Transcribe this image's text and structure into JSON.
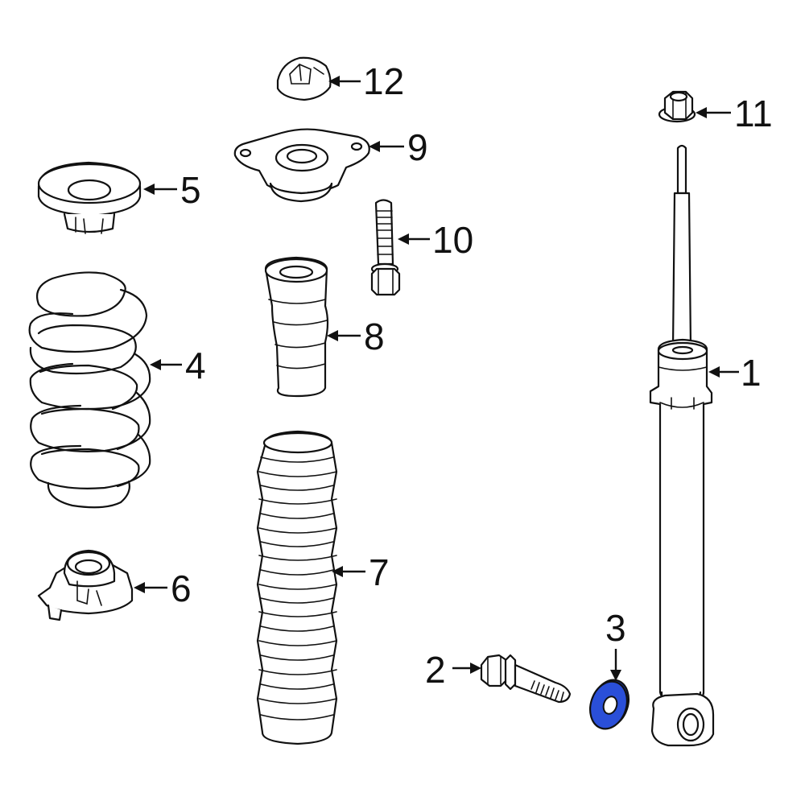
{
  "highlight_color": "#1f3fbf",
  "callouts": {
    "c1": "1",
    "c2": "2",
    "c3": "3",
    "c4": "4",
    "c5": "5",
    "c6": "6",
    "c7": "7",
    "c8": "8",
    "c9": "9",
    "c10": "10",
    "c11": "11",
    "c12": "12"
  }
}
